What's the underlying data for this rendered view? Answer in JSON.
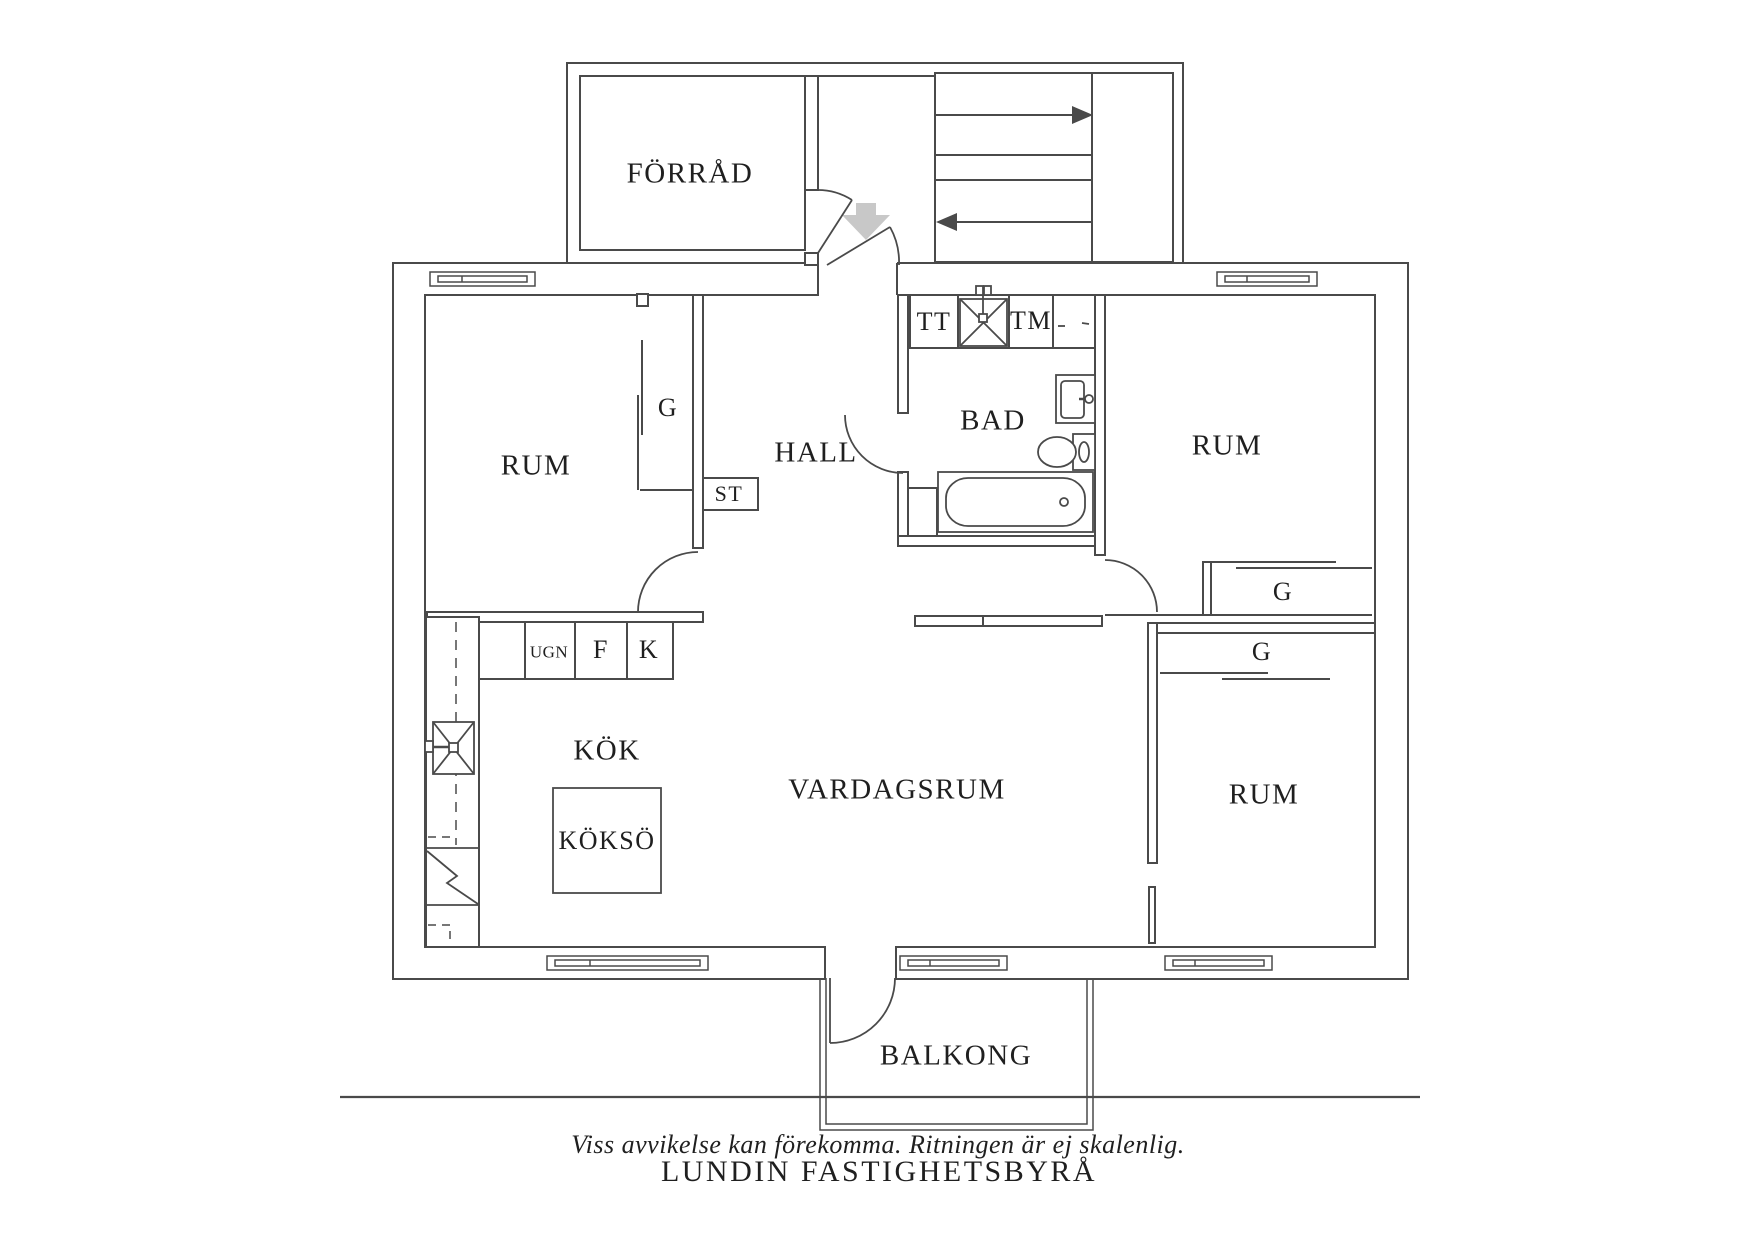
{
  "title": "Floor plan",
  "labels": {
    "forrad": "FÖRRÅD",
    "rum_left": "RUM",
    "hall": "HALL",
    "bad": "BAD",
    "rum_upper_right": "RUM",
    "rum_lower_right": "RUM",
    "kok": "KÖK",
    "koksoe": "KÖKSÖ",
    "vardagsrum": "VARDAGSRUM",
    "balkong": "BALKONG",
    "g": "G",
    "st": "ST",
    "tt": "TT",
    "tm": "TM",
    "ugn": "UGN",
    "f": "F",
    "k": "K"
  },
  "footer": {
    "disclaimer": "Viss avvikelse kan förekomma. Ritningen är ej skalenlig.",
    "brand": "LUNDIN FASTIGHETSBYRÅ"
  },
  "icons": {
    "stairs_up_arrow": "right-arrow",
    "stairs_down_arrow": "left-arrow",
    "entrance_arrow": "down-block-arrow"
  },
  "colors": {
    "line": "#4a4a4a",
    "text": "#1f1f1f",
    "arrow_fill": "#c8c8c8",
    "background": "#ffffff"
  }
}
